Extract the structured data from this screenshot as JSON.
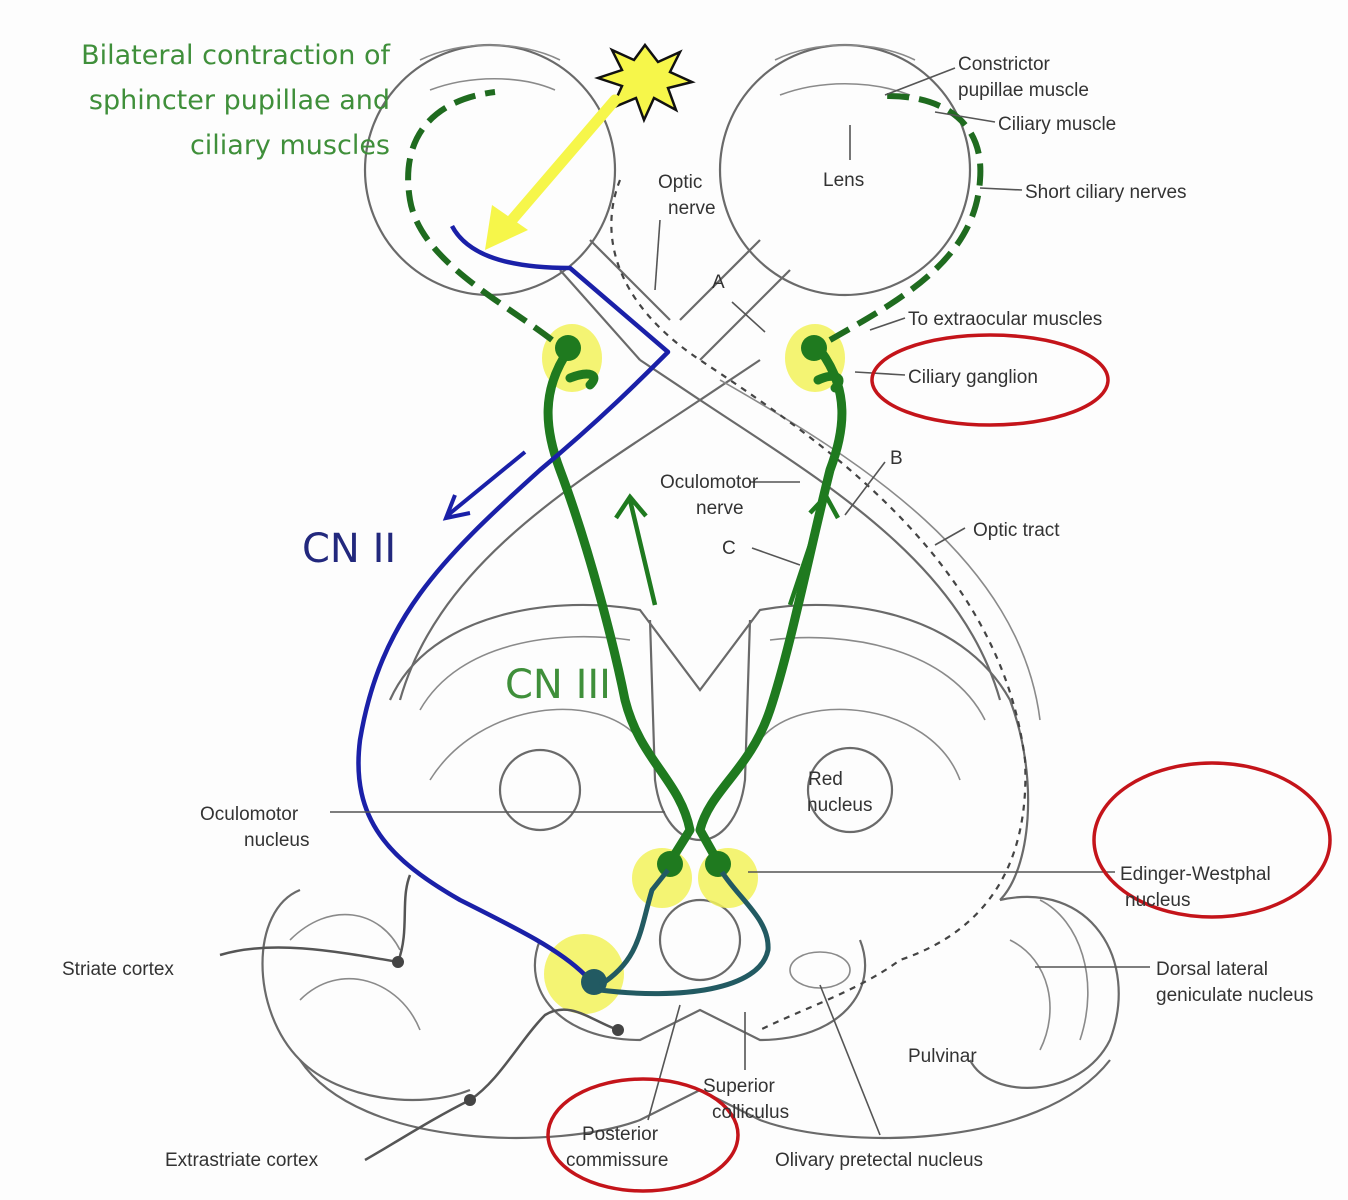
{
  "title": {
    "line1": "Bilateral contraction of",
    "line2": "sphincter pupillae and",
    "line3": "ciliary muscles"
  },
  "pathway_labels": {
    "cn2": "CN II",
    "cn3": "CN III"
  },
  "labels": {
    "constrictor_line1": "Constrictor",
    "constrictor_line2": "pupillae muscle",
    "ciliary_muscle": "Ciliary muscle",
    "lens": "Lens",
    "short_ciliary_nerves": "Short ciliary nerves",
    "optic_nerve_line1": "Optic",
    "optic_nerve_line2": "nerve",
    "marker_a": "A",
    "marker_b": "B",
    "marker_c": "C",
    "to_extraocular": "To extraocular muscles",
    "ciliary_ganglion": "Ciliary ganglion",
    "oculomotor_nerve_line1": "Oculomotor",
    "oculomotor_nerve_line2": "nerve",
    "optic_tract": "Optic tract",
    "red_nucleus_line1": "Red",
    "red_nucleus_line2": "nucleus",
    "oculomotor_nucleus_line1": "Oculomotor",
    "oculomotor_nucleus_line2": "nucleus",
    "edinger_line1": "Edinger-Westphal",
    "edinger_line2": "nucleus",
    "striate_cortex": "Striate cortex",
    "dorsal_lateral_line1": "Dorsal lateral",
    "dorsal_lateral_line2": "geniculate nucleus",
    "pulvinar": "Pulvinar",
    "superior_colliculus_line1": "Superior",
    "superior_colliculus_line2": "colliculus",
    "posterior_commissure_line1": "Posterior",
    "posterior_commissure_line2": "commissure",
    "olivary_pretectal": "Olivary pretectal nucleus",
    "extrastriate_cortex": "Extrastriate cortex"
  },
  "colors": {
    "parasympathetic_green": "#1f7a1f",
    "optic_blue": "#1a20a8",
    "interneuron_teal": "#225a62",
    "highlight_yellow": "#f2f25a",
    "light_ray_yellow": "#f6f64a",
    "circle_red": "#c4141a"
  }
}
